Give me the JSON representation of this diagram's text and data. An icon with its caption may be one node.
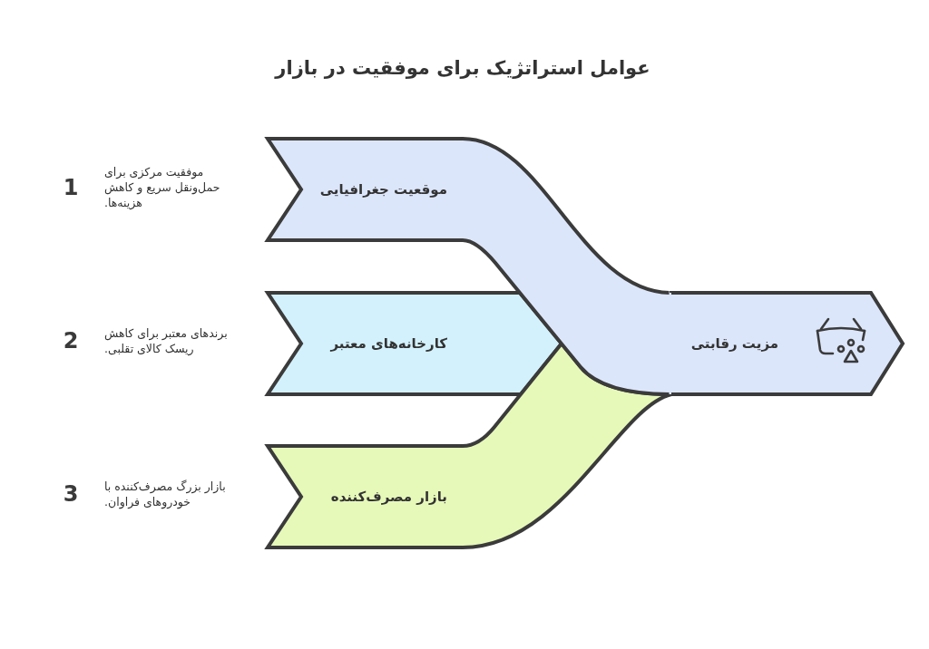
{
  "diagram": {
    "title": "عوامل استراتژیک برای موفقیت در بازار",
    "nodes": [
      {
        "text": [
          "موقعیت جغرافیایی"
        ],
        "beside": [
          "1",
          "موفقیت مرکزی برای حمل‌ونقل سریع و کاهش هزینه‌ها."
        ]
      },
      {
        "text": [
          "کارخانه‌های معتبر"
        ],
        "beside": [
          "2",
          "برندهای معتبر برای کاهش ریسک کالای تقلبی."
        ]
      },
      {
        "text": [
          "بازار مصرف‌کننده"
        ],
        "beside": [
          "3",
          "بازار بزرگ مصرف‌کننده با خودروهای فراوان."
        ]
      },
      {
        "text": [
          "مزیت رقابتی"
        ]
      }
    ],
    "edges": [
      {
        "from": 0,
        "to": 3,
        "arrow": "none"
      },
      {
        "from": 2,
        "to": 3,
        "arrow": "none"
      }
    ]
  }
}
